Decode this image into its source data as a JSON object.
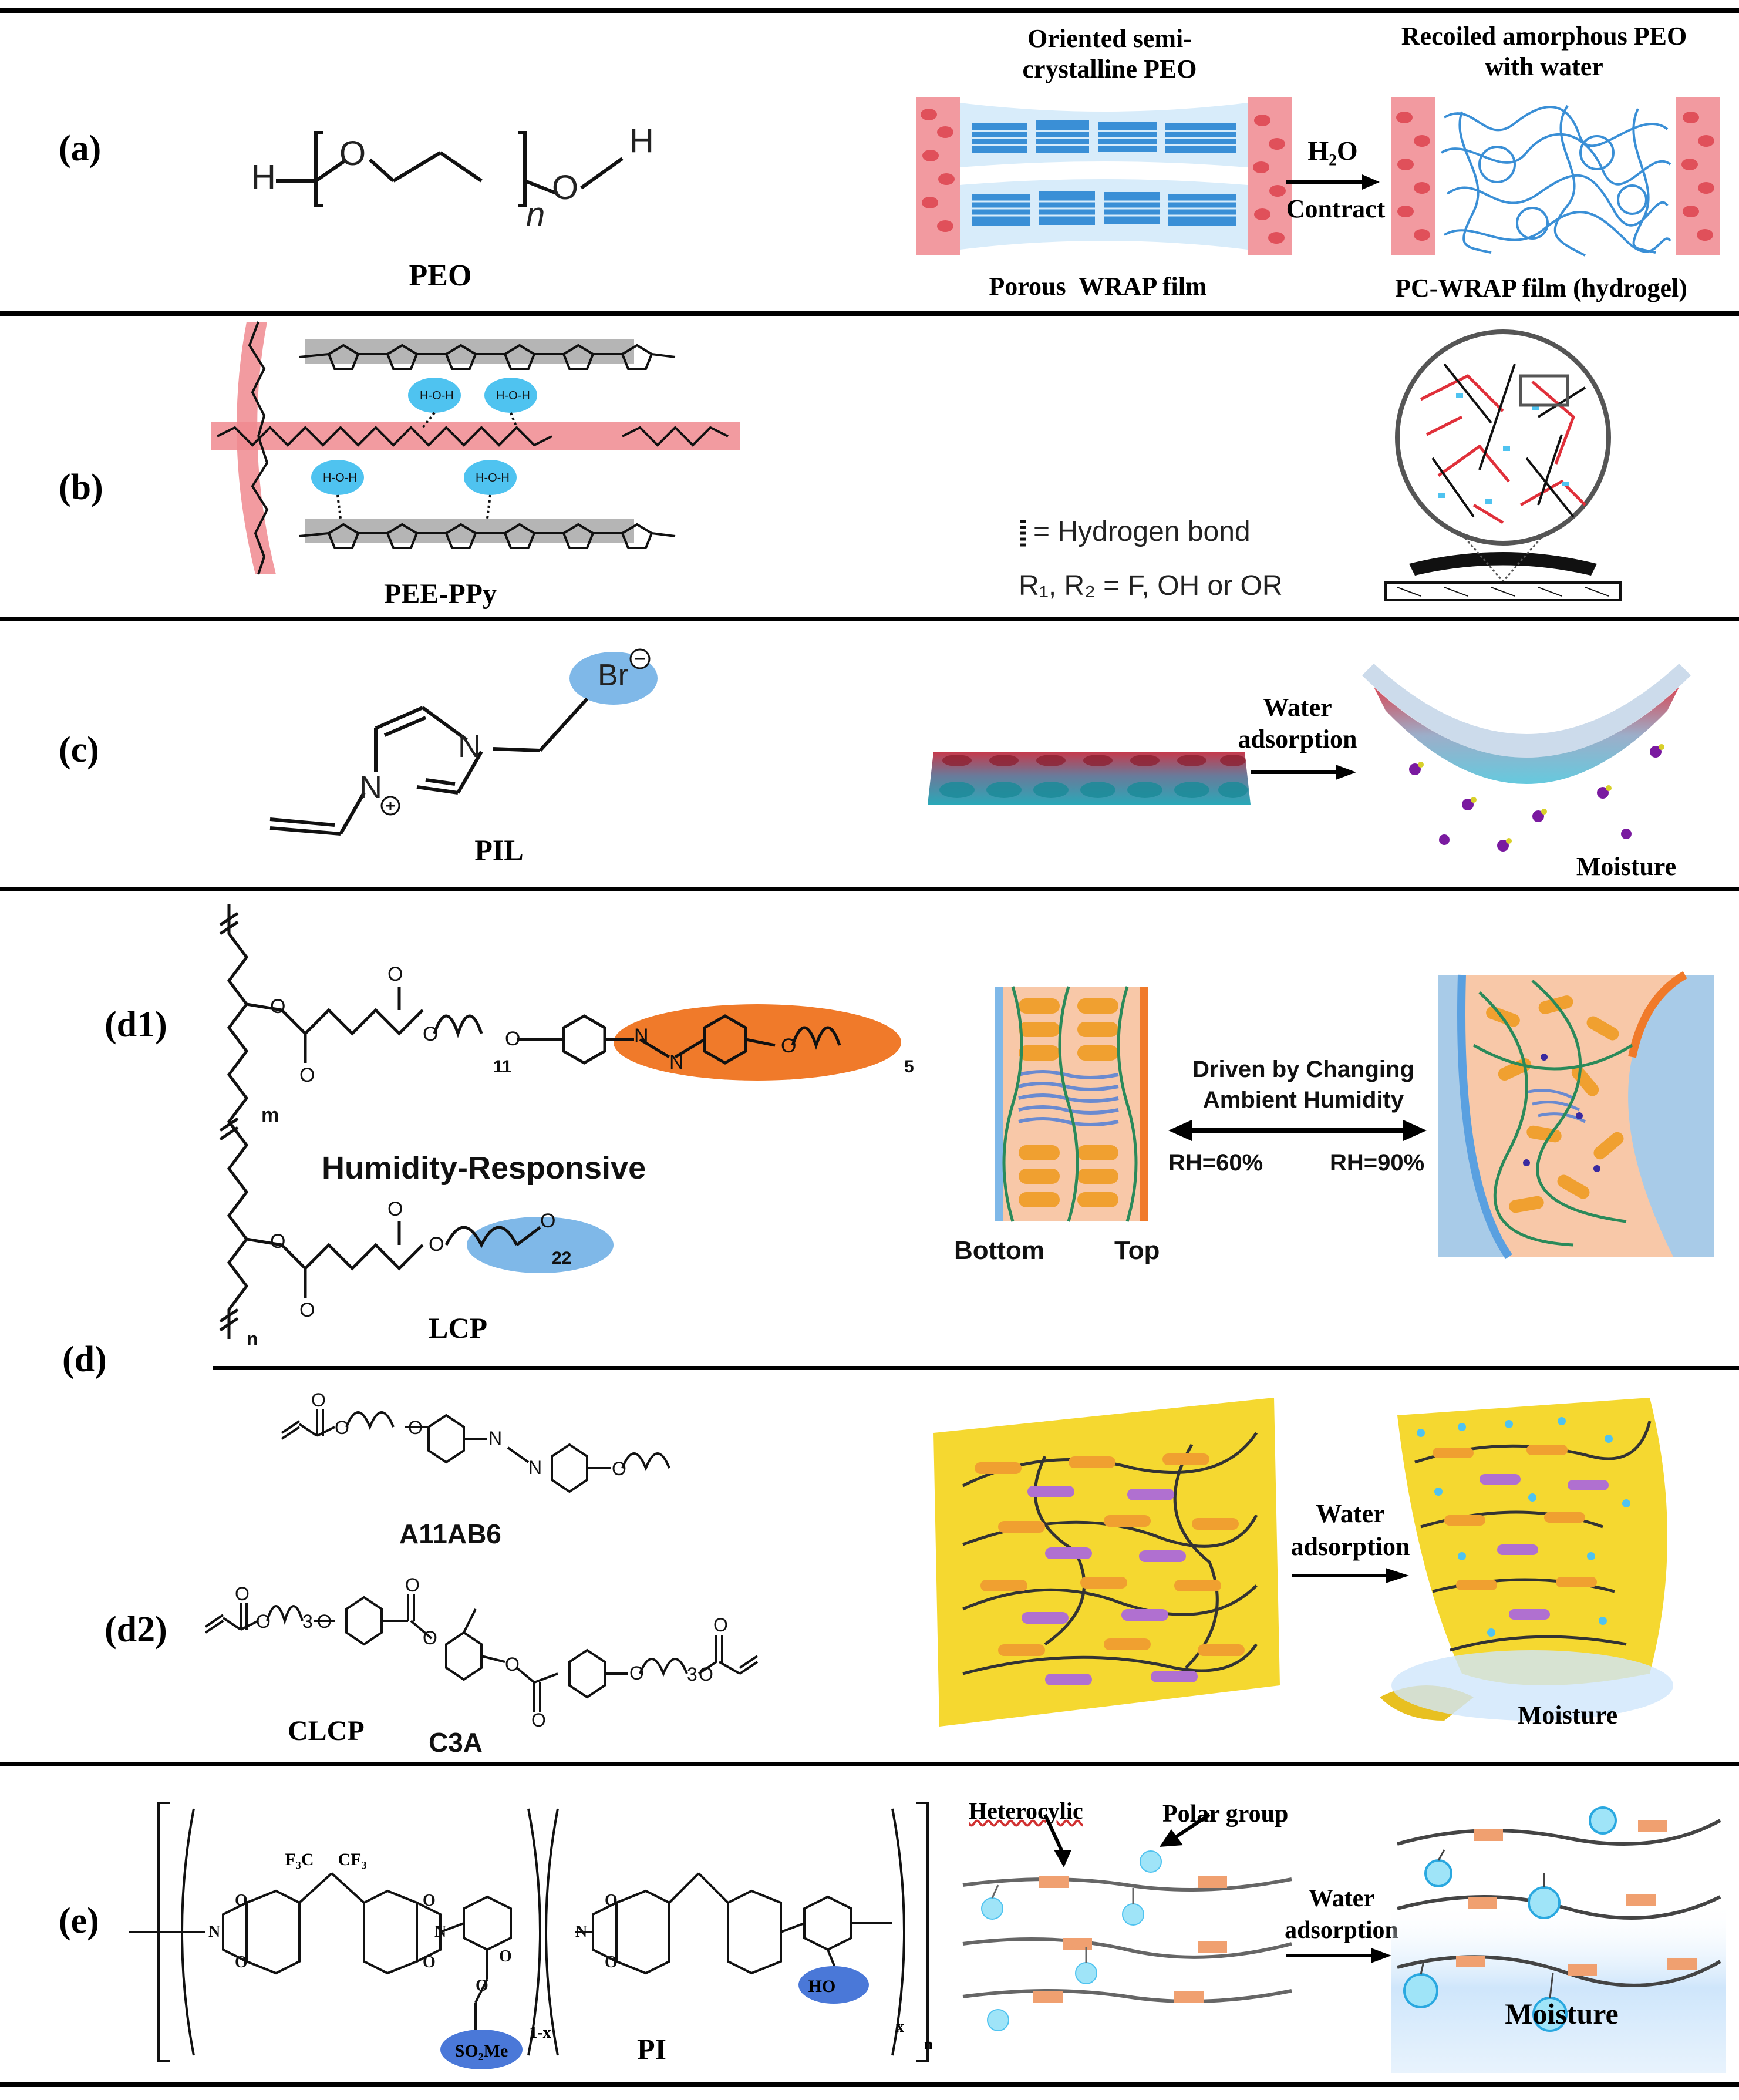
{
  "panels": {
    "a": {
      "label": "(a)",
      "molecule": "PEO",
      "atoms": {
        "h_left": "H",
        "o_left": "O",
        "n_sub": "n",
        "o_right": "O",
        "h_right": "H"
      },
      "caption_oriented": "Oriented semi-crystalline PEO",
      "caption_recoiled": "Recoiled amorphous PEO with water",
      "arrow_top": "H₂O",
      "arrow_bottom": "Contract",
      "film_left": "Porous  WRAP film",
      "film_right": "PC-WRAP film (hydrogel)"
    },
    "b": {
      "label": "(b)",
      "molecule": "PEE-PPy",
      "legend_hbond": "= Hydrogen bond",
      "legend_r": "R₁, R₂ = F, OH or OR"
    },
    "c": {
      "label": "(c)",
      "molecule": "PIL",
      "br": "Br",
      "n_atom": "N",
      "n_plus": "N",
      "arrow_label": "Water adsorption",
      "moisture": "Moisture"
    },
    "d": {
      "label": "(d)",
      "d1_label": "(d1)",
      "d2_label": "(d2)",
      "humidity_responsive": "Humidity-Responsive",
      "lcp": "LCP",
      "sub_m": "m",
      "sub_n": "n",
      "sub_11": "11",
      "sub_5": "5",
      "sub_22": "22",
      "driven": "Driven by Changing Ambient Humidity",
      "rh60": "RH=60%",
      "rh90": "RH=90%",
      "bottom": "Bottom",
      "top": "Top",
      "a11ab6": "A11AB6",
      "clcp": "CLCP",
      "c3a": "C3A",
      "arrow_label": "Water adsorption",
      "moisture": "Moisture"
    },
    "e": {
      "label": "(e)",
      "molecule": "PI",
      "heterocyclic": "Heterocylic",
      "polar_group": "Polar group",
      "arrow_label": "Water adsorption",
      "moisture": "Moisture",
      "so2me": "SO₂Me",
      "ho": "HO",
      "cf3_left": "F₃C",
      "cf3_right": "CF₃",
      "sub_1x": "1-x",
      "sub_x": "x",
      "sub_n": "n"
    }
  },
  "colors": {
    "rule": "#000000",
    "peo_blue": "#3a8fd6",
    "clamp_pink": "#e8737a",
    "water_blue": "#4fc3f0",
    "ppy_gray": "#b5b5b5",
    "pink_band": "#f08a8f",
    "orange_azo": "#f07a2a",
    "peg_blue": "#7fb8e8",
    "lc_orange": "#f0a030",
    "lc_green": "#2a8a5a",
    "yellow_film": "#f5d830",
    "purple_mesogen": "#b070d0",
    "moisture_blue": "#cfe6fb"
  }
}
